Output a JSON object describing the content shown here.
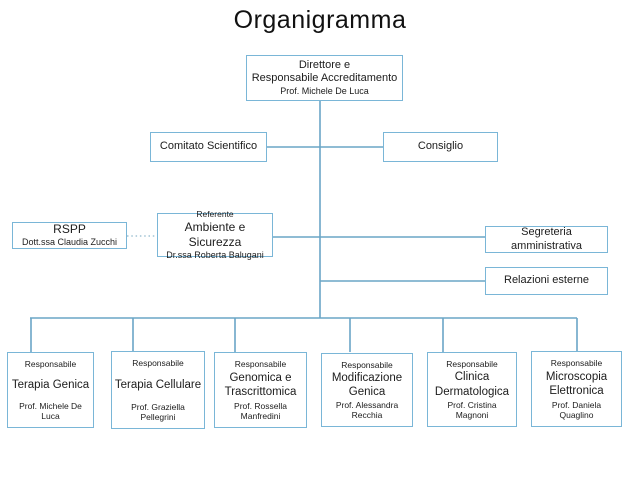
{
  "title": "Organigramma",
  "colors": {
    "background": "#ffffff",
    "box_border": "#7ab6d7",
    "line": "#6aa5c6",
    "dotted_line": "#8fb8cc",
    "text": "#1c1c1c"
  },
  "nodes": {
    "direttore": {
      "line1": "Direttore e",
      "line2": "Responsabile Accreditamento",
      "person": "Prof. Michele De Luca"
    },
    "comitato": {
      "label": "Comitato Scientifico"
    },
    "consiglio": {
      "label": "Consiglio"
    },
    "rspp": {
      "label": "RSPP",
      "person": "Dott.ssa Claudia Zucchi"
    },
    "referente": {
      "role": "Referente",
      "label": "Ambiente e Sicurezza",
      "person": "Dr.ssa Roberta Balugani"
    },
    "segreteria": {
      "label": "Segreteria amministrativa"
    },
    "relazioni": {
      "label": "Relazioni esterne"
    },
    "units": [
      {
        "role": "Responsabile",
        "label": "Terapia Genica",
        "person": "Prof. Michele De Luca"
      },
      {
        "role": "Responsabile",
        "label": "Terapia Cellulare",
        "person": "Prof. Graziella Pellegrini"
      },
      {
        "role": "Responsabile",
        "label": "Genomica e Trascrittomica",
        "person": "Prof. Rossella Manfredini"
      },
      {
        "role": "Responsabile",
        "label": "Modificazione Genica",
        "person": "Prof. Alessandra Recchia"
      },
      {
        "role": "Responsabile",
        "label": "Clinica Dermatologica",
        "person": "Prof. Cristina Magnoni"
      },
      {
        "role": "Responsabile",
        "label": "Microscopia Elettronica",
        "person": "Prof. Daniela Quaglino"
      }
    ]
  }
}
